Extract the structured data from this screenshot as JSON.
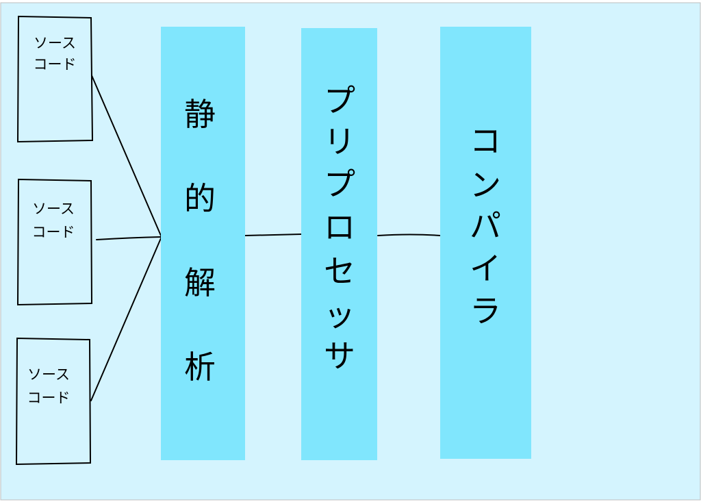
{
  "colors": {
    "background": "#d4f4fe",
    "column_fill": "#80e6fd",
    "stroke": "#000000"
  },
  "source_files": [
    {
      "line1": "ソース",
      "line2": "コード"
    },
    {
      "line1": "ソース",
      "line2": "コード"
    },
    {
      "line1": "ソース",
      "line2": "コード"
    }
  ],
  "stages": [
    {
      "label": "静的解析",
      "chars": [
        "静",
        "的",
        "解",
        "析"
      ]
    },
    {
      "label": "プリプロセッサ",
      "chars": [
        "プ",
        "リ",
        "プ",
        "ロ",
        "セ",
        "ッ",
        "サ"
      ]
    },
    {
      "label": "コンパイラ",
      "chars": [
        "コ",
        "ン",
        "パ",
        "イ",
        "ラ"
      ]
    }
  ]
}
